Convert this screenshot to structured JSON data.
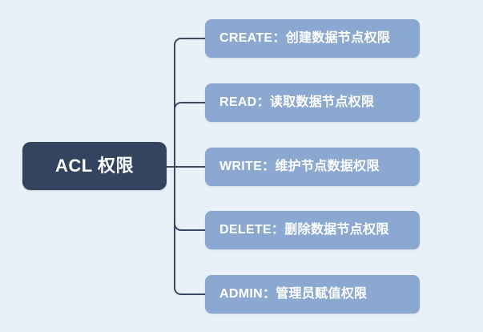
{
  "diagram": {
    "type": "mind-map",
    "title": "ACL 权限",
    "background_color": "#eaf0f8",
    "root": {
      "label": "ACL 权限",
      "fill_color": "#33455e",
      "text_color": "#ffffff"
    },
    "branch": {
      "line_color": "#37495f",
      "line_width": 2
    },
    "leaf_style": {
      "fill_color": "#8ba9d0",
      "text_color": "#ffffff"
    },
    "leaves": [
      {
        "label": "CREATE：创建数据节点权限",
        "key": "CREATE",
        "description": "创建数据节点权限"
      },
      {
        "label": "READ：读取数据节点权限",
        "key": "READ",
        "description": "读取数据节点权限"
      },
      {
        "label": "WRITE：维护节点数据权限",
        "key": "WRITE",
        "description": "维护节点数据权限"
      },
      {
        "label": "DELETE：删除数据节点权限",
        "key": "DELETE",
        "description": "删除数据节点权限"
      },
      {
        "label": "ADMIN：管理员赋值权限",
        "key": "ADMIN",
        "description": "管理员赋值权限"
      }
    ]
  }
}
